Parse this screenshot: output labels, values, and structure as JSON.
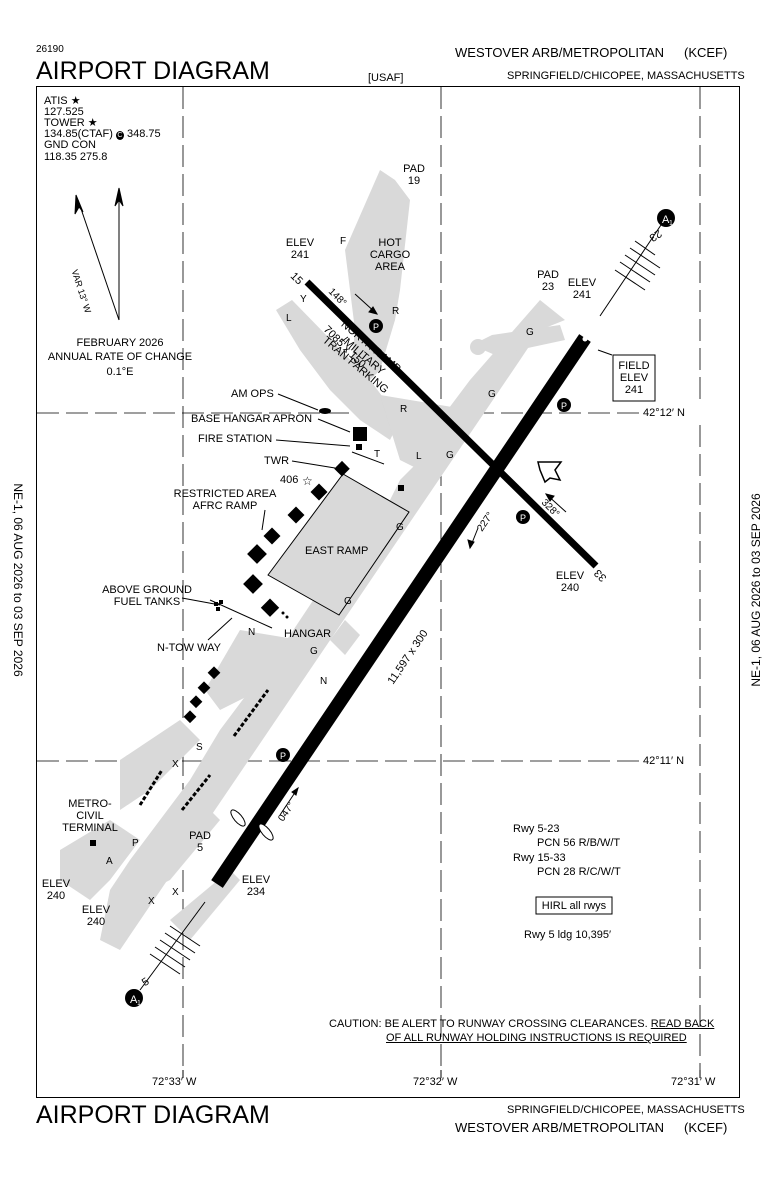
{
  "header": {
    "doc_number": "26190",
    "title": "AIRPORT DIAGRAM",
    "usaf": "[USAF]",
    "airport": "WESTOVER ARB/METROPOLITAN",
    "ident": "(KCEF)",
    "location": "SPRINGFIELD/CHICOPEE, MASSACHUSETTS"
  },
  "footer": {
    "title": "AIRPORT DIAGRAM",
    "location": "SPRINGFIELD/CHICOPEE, MASSACHUSETTS",
    "airport": "WESTOVER ARB/METROPOLITAN",
    "ident": "(KCEF)"
  },
  "side_notes": {
    "left": "NE-1, 06 AUG 2026  to  03 SEP 2026",
    "right": "NE-1, 06 AUG 2026  to  03 SEP 2026"
  },
  "frequencies": {
    "atis_label": "ATIS",
    "atis_freq": "127.525",
    "tower_label": "TOWER",
    "tower_freq": "134.85(CTAF)",
    "tower_freq2": "348.75",
    "gnd_label": "GND CON",
    "gnd_freq": "118.35  275.8"
  },
  "magnetic": {
    "var": "VAR 13° W",
    "date": "FEBRUARY 2026",
    "rate_label": "ANNUAL RATE OF CHANGE",
    "rate": "0.1°E"
  },
  "coordinates": {
    "lat_north": "42°12′ N",
    "lat_south": "42°11′ N",
    "lon_west": "72°33′ W",
    "lon_mid": "72°32′ W",
    "lon_east": "72°31′ W"
  },
  "runways": {
    "rwy_5": "5",
    "rwy_23": "23",
    "rwy_15": "15",
    "rwy_33": "33",
    "dims_5_23": "11,597 x 300",
    "dims_15_33": "7085 x 150",
    "hdg_047": "047°",
    "hdg_227": "227°",
    "hdg_148": "148°",
    "hdg_328": "328°"
  },
  "labels": {
    "pad19_a": "PAD",
    "pad19_b": "19",
    "pad23_a": "PAD",
    "pad23_b": "23",
    "pad5_a": "PAD",
    "pad5_b": "5",
    "elev241_a": "ELEV",
    "elev241_b": "241",
    "elev241b_a": "ELEV",
    "elev241b_b": "241",
    "elev240_a": "ELEV",
    "elev240_b": "240",
    "elev234_a": "ELEV",
    "elev234_b": "234",
    "elev240w_a": "ELEV",
    "elev240w_b": "240",
    "elev240w2_a": "ELEV",
    "elev240w2_b": "240",
    "field_elev_a": "FIELD",
    "field_elev_b": "ELEV",
    "field_elev_c": "241",
    "hot_cargo_a": "HOT",
    "hot_cargo_b": "CARGO",
    "hot_cargo_c": "AREA",
    "north_ramp_a": "NORTH RAMP",
    "north_ramp_b": "/MILITARY",
    "north_ramp_c": "TRAN PARKING",
    "am_ops": "AM OPS",
    "base_hangar": "BASE HANGAR APRON",
    "fire_station": "FIRE STATION",
    "twr": "TWR",
    "twr_height": "406",
    "restricted_a": "RESTRICTED AREA",
    "restricted_b": "AFRC RAMP",
    "east_ramp": "EAST RAMP",
    "above_ground_a": "ABOVE GROUND",
    "above_ground_b": "FUEL TANKS",
    "hangar": "HANGAR",
    "ntow": "N-TOW WAY",
    "metro_a": "METRO-",
    "metro_b": "CIVIL",
    "metro_c": "TERMINAL"
  },
  "taxiways": [
    "F",
    "Y",
    "L",
    "R",
    "R",
    "L",
    "T",
    "G",
    "G",
    "G",
    "G",
    "G",
    "N",
    "N",
    "S",
    "X",
    "X",
    "A",
    "P",
    "X",
    "G"
  ],
  "notes": {
    "rwy523": "Rwy 5-23",
    "pcn523": "PCN 56 R/B/W/T",
    "rwy1533": "Rwy 15-33",
    "pcn1533": "PCN 28 R/C/W/T",
    "hirl": "HIRL all rwys",
    "ldg": "Rwy 5 ldg 10,395′",
    "caution_a": "CAUTION: BE ALERT TO RUNWAY CROSSING CLEARANCES.",
    "caution_b": "READ BACK",
    "caution_c": "OF ALL RUNWAY HOLDING INSTRUCTIONS IS REQUIRED"
  },
  "approach_markers": {
    "a1_top": "A",
    "a1_top_sub": "1",
    "a1_bottom": "A",
    "a1_bottom_sub": "1"
  }
}
